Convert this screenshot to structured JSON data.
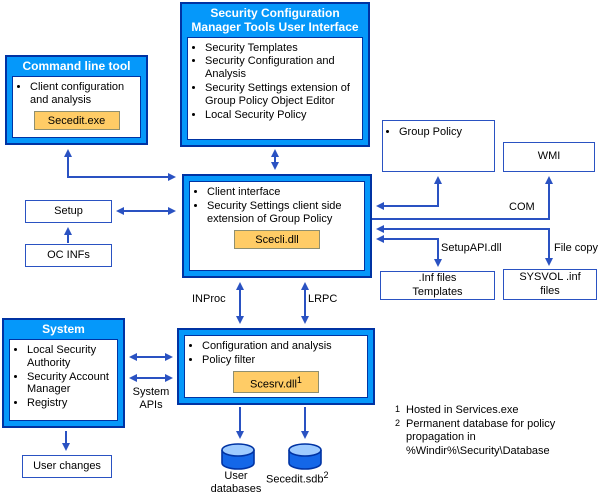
{
  "colors": {
    "box_fill": "#0598fa",
    "box_border": "#0033a3",
    "small_box_border": "#2a52c2",
    "module_fill": "#ffcc66",
    "module_border": "#8f8f6f",
    "arrow": "#2a52c2",
    "cylinder_body": "#1467e8",
    "cylinder_top": "#9ecbff",
    "title_text": "#ffffff"
  },
  "boxes": {
    "command_line_tool": {
      "title": "Command line tool",
      "items": [
        "Client configuration and analysis"
      ],
      "module": "Secedit.exe"
    },
    "scm_ui": {
      "title": "Security Configuration Manager Tools User Interface",
      "items": [
        "Security Templates",
        "Security Configuration and Analysis",
        "Security Settings extension of Group Policy Object Editor",
        "Local Security Policy"
      ]
    },
    "group_policy": {
      "items": [
        "Group Policy"
      ]
    },
    "wmi": {
      "label": "WMI"
    },
    "client": {
      "items": [
        "Client interface",
        "Security Settings client side extension of Group Policy"
      ],
      "module": "Scecli.dll"
    },
    "setup": {
      "label": "Setup"
    },
    "oc_infs": {
      "label": "OC INFs"
    },
    "inf_templates": {
      "line1": ".Inf files",
      "line2": "Templates"
    },
    "sysvol": {
      "line1": "SYSVOL .inf",
      "line2": "files"
    },
    "system": {
      "title": "System",
      "items": [
        "Local Security Authority",
        "Security Account Manager",
        "Registry"
      ]
    },
    "user_changes": {
      "label": "User changes"
    },
    "config_analysis": {
      "items": [
        "Configuration and analysis",
        "Policy filter"
      ],
      "module": "Scesrv.dll",
      "module_sup": "1"
    }
  },
  "labels": {
    "com": "COM",
    "setupapi": "SetupAPI.dll",
    "file_copy": "File copy",
    "inproc": "INProc",
    "lrpc": "LRPC",
    "system_apis_line1": "System",
    "system_apis_line2": "APIs"
  },
  "databases": {
    "user": {
      "line1": "User",
      "line2": "databases"
    },
    "secedit": {
      "label": "Secedit.sdb",
      "sup": "2"
    }
  },
  "footnotes": [
    {
      "sup": "1",
      "text": "Hosted in Services.exe"
    },
    {
      "sup": "2",
      "text": "Permanent database for policy propagation in %Windir%\\Security\\Database"
    }
  ]
}
